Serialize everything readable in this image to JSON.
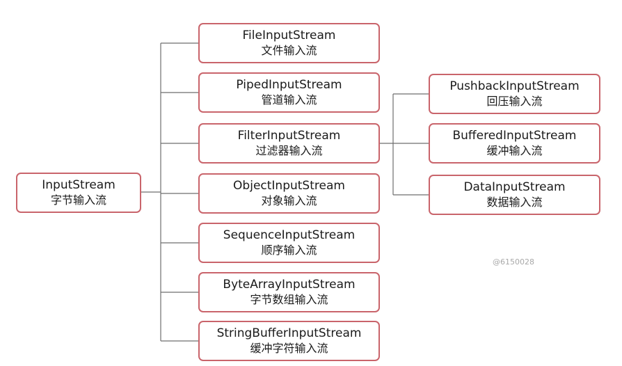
{
  "diagram": {
    "root": {
      "en": "InputStream",
      "zh": "字节输入流"
    },
    "children": [
      {
        "en": "FileInputStream",
        "zh": "文件输入流"
      },
      {
        "en": "PipedInputStream",
        "zh": "管道输入流"
      },
      {
        "en": "FilterInputStream",
        "zh": "过滤器输入流"
      },
      {
        "en": "ObjectInputStream",
        "zh": "对象输入流"
      },
      {
        "en": "SequenceInputStream",
        "zh": "顺序输入流"
      },
      {
        "en": "ByteArrayInputStream",
        "zh": "字节数组输入流"
      },
      {
        "en": "StringBufferInputStream",
        "zh": "缓冲字符输入流"
      }
    ],
    "filter_children": [
      {
        "en": "PushbackInputStream",
        "zh": "回压输入流"
      },
      {
        "en": "BufferedInputStream",
        "zh": "缓冲输入流"
      },
      {
        "en": "DataInputStream",
        "zh": "数据输入流"
      }
    ],
    "colors": {
      "border": "#c9646b",
      "line": "#6e6e6e",
      "text": "#1a1a1a"
    }
  },
  "watermark": "@6150028"
}
